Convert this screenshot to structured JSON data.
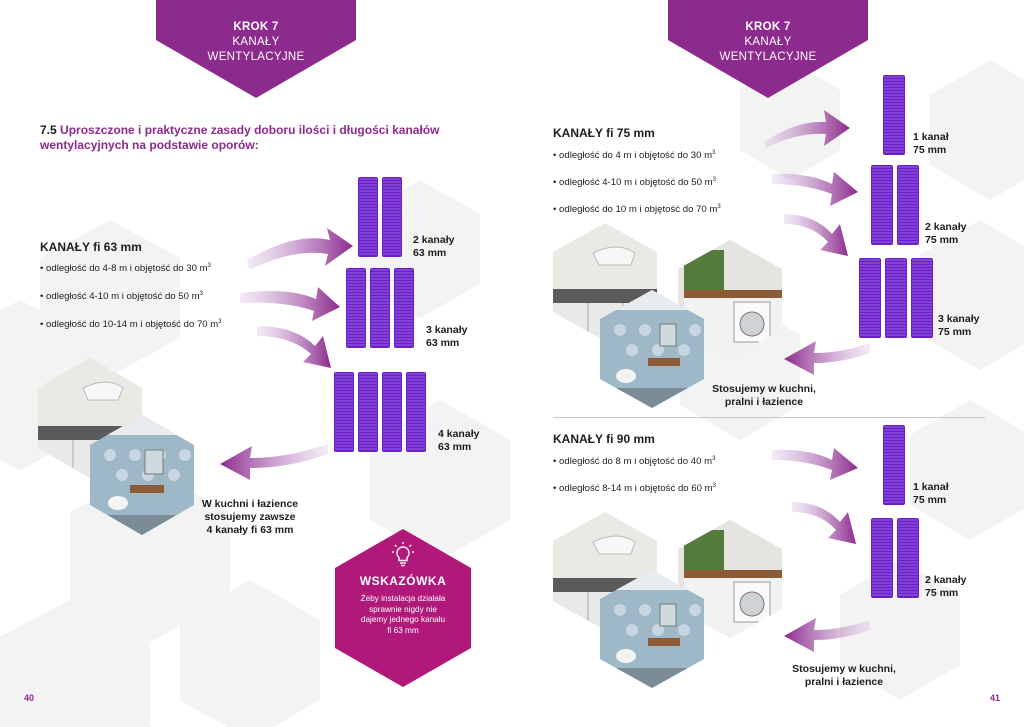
{
  "colors": {
    "purple": "#8c2a8d",
    "magenta": "#b0197a",
    "duct": "#6a20c6",
    "hex_bg": "#f3f3f3"
  },
  "left_page": {
    "banner": {
      "step": "KROK 7",
      "line1": "KANAŁY",
      "line2": "WENTYLACYJNE"
    },
    "section_number": "7.5",
    "section_title": "Uproszczone i praktyczne zasady doboru ilości i długości kanałów wentylacyjnych na podstawie oporów:",
    "header": "KANAŁY fi 63 mm",
    "bullets": [
      "• odległość do 4-8 m i objętość do 30 m",
      "• odległość 4-10 m i objętość do 50 m",
      "• odległość do 10-14 m i objętość do 70 m"
    ],
    "unit_sup": "3",
    "duct_labels": [
      {
        "line1": "2 kanały",
        "line2": "63 mm",
        "count": 2
      },
      {
        "line1": "3 kanały",
        "line2": "63 mm",
        "count": 3
      },
      {
        "line1": "4 kanały",
        "line2": "63 mm",
        "count": 4
      }
    ],
    "caption": {
      "line1": "W kuchni i łazience",
      "line2": "stosujemy zawsze",
      "line3": "4 kanały fi 63 mm"
    },
    "tip": {
      "title": "WSKAZÓWKA",
      "line1": "Żeby instalacja działała",
      "line2": "sprawnie nigdy nie",
      "line3": "dajemy jednego kanału",
      "line4": "fi 63 mm",
      "icon": "lightbulb-icon"
    },
    "page_number": "40"
  },
  "right_page": {
    "banner": {
      "step": "KROK 7",
      "line1": "KANAŁY",
      "line2": "WENTYLACYJNE"
    },
    "section75": {
      "header": "KANAŁY fi 75 mm",
      "bullets": [
        "• odległość do 4 m i objętość do 30 m",
        "• odległość 4-10 m i objętość do 50 m",
        "• odległość do 10 m i objętość do 70 m"
      ],
      "duct_labels": [
        {
          "line1": "1 kanał",
          "line2": "75 mm",
          "count": 1
        },
        {
          "line1": "2 kanały",
          "line2": "75 mm",
          "count": 2
        },
        {
          "line1": "3 kanały",
          "line2": "75 mm",
          "count": 3
        }
      ],
      "caption": {
        "line1": "Stosujemy w kuchni,",
        "line2": "pralni i łazience"
      }
    },
    "section90": {
      "header": "KANAŁY fi 90 mm",
      "bullets": [
        "• odległość do 8 m i objętość do 40 m",
        "• odległość 8-14 m i objętość do 60 m"
      ],
      "duct_labels": [
        {
          "line1": "1 kanał",
          "line2": "75 mm",
          "count": 1
        },
        {
          "line1": "2 kanały",
          "line2": "75 mm",
          "count": 2
        }
      ],
      "caption": {
        "line1": "Stosujemy w kuchni,",
        "line2": "pralni i łazience"
      }
    },
    "unit_sup": "3",
    "page_number": "41"
  }
}
